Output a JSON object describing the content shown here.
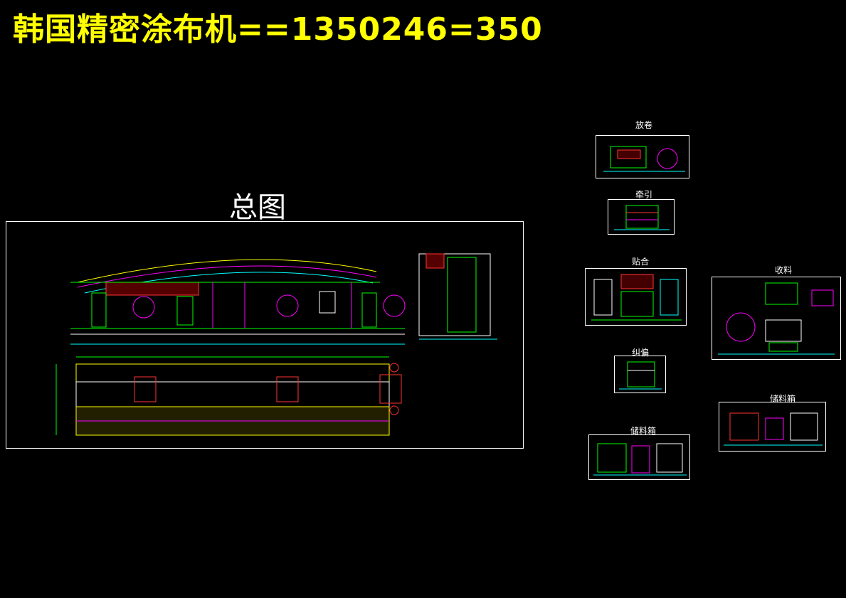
{
  "title": "韩国精密涂布机==1350246=350",
  "overview": {
    "label": "总图"
  },
  "sheets": [
    {
      "label": "放卷"
    },
    {
      "label": "牵引"
    },
    {
      "label": "贴合"
    },
    {
      "label": "收料"
    },
    {
      "label": "纠偏"
    },
    {
      "label": "储料箱"
    },
    {
      "label": "储料箱"
    }
  ],
  "colors": {
    "background": "#000000",
    "title": "#ffff00",
    "frame": "#ffffff"
  }
}
